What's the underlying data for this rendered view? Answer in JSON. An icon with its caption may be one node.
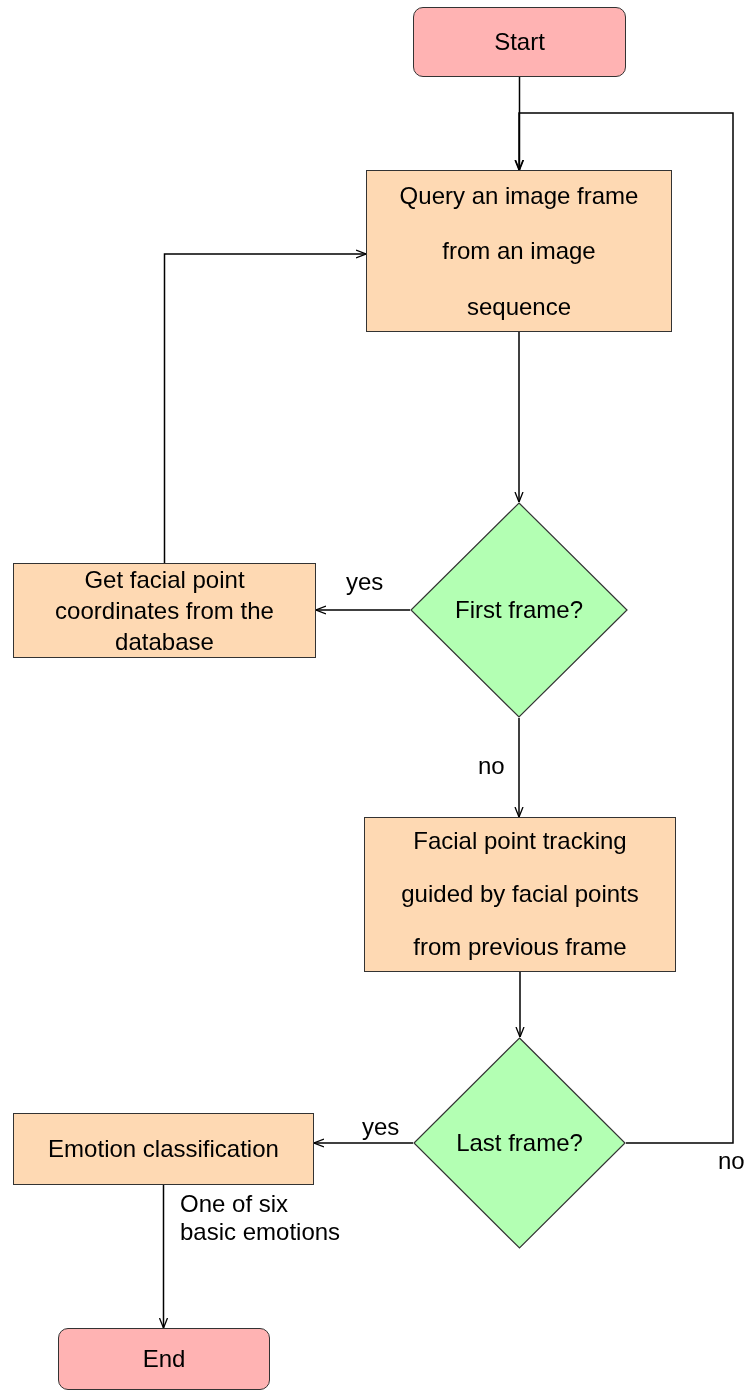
{
  "diagram": {
    "nodes": [
      {
        "text": [
          "Start"
        ]
      },
      {
        "text": [
          "Query an image frame from an image sequence"
        ]
      },
      {
        "text": [
          "First frame?"
        ]
      },
      {
        "text": [
          "Get facial point coordinates from the database"
        ]
      },
      {
        "text": [
          "Facial point tracking guided by facial points from previous frame"
        ]
      },
      {
        "text": [
          "Last frame?"
        ]
      },
      {
        "text": [
          "Emotion classification"
        ]
      },
      {
        "text": [
          "End"
        ]
      }
    ],
    "edges": [
      {
        "from": 0,
        "to": 1,
        "arrow": "to"
      },
      {
        "from": 1,
        "to": 2,
        "arrow": "to"
      },
      {
        "from": 2,
        "to": 3,
        "arrow": "to",
        "label": "yes"
      },
      {
        "from": 3,
        "to": 1,
        "arrow": "to"
      },
      {
        "from": 2,
        "to": 4,
        "arrow": "to",
        "label": "no"
      },
      {
        "from": 4,
        "to": 5,
        "arrow": "to"
      },
      {
        "from": 5,
        "to": 6,
        "arrow": "to",
        "label": "yes"
      },
      {
        "from": 5,
        "to": 1,
        "arrow": "to",
        "label": "no"
      },
      {
        "from": 6,
        "to": 7,
        "arrow": "to",
        "label": "One of six basic emotions"
      }
    ]
  }
}
